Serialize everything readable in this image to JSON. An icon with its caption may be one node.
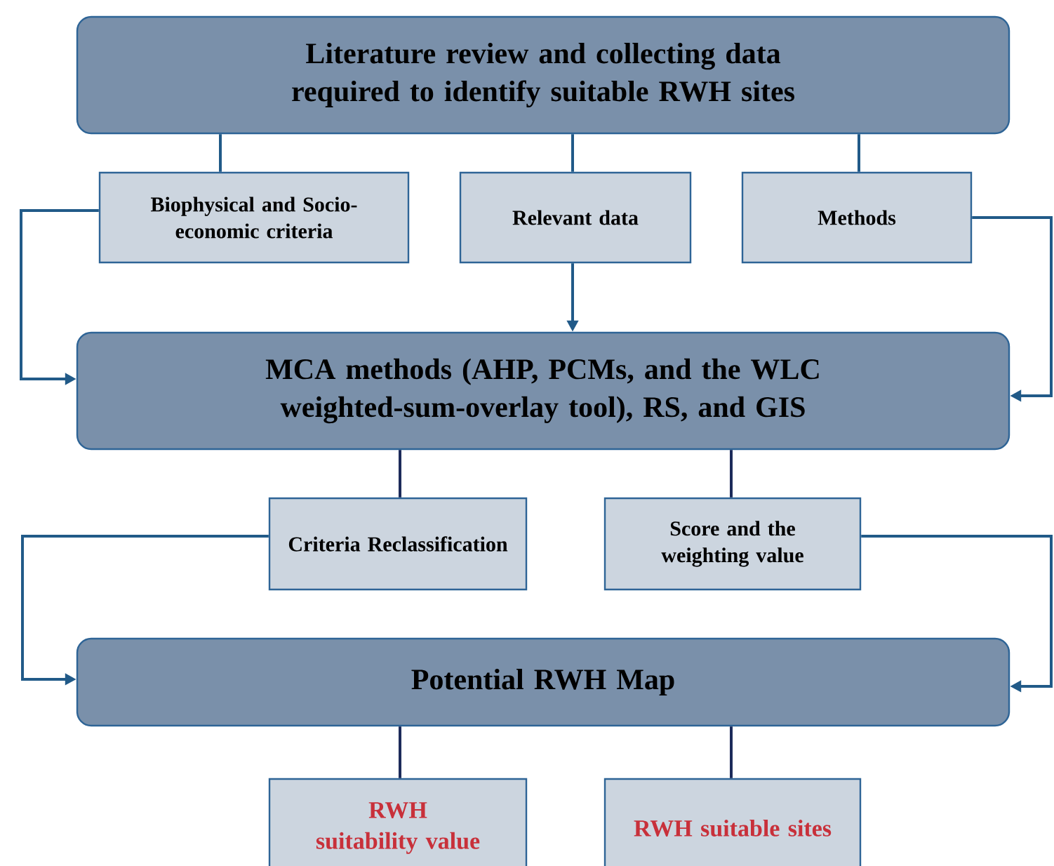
{
  "diagram": {
    "nodes": [
      {
        "text": [
          "Literature review and collecting data required to identify suitable RWH sites"
        ]
      },
      {
        "text": [
          "Biophysical and Socio-economic criteria"
        ]
      },
      {
        "text": [
          "Relevant data"
        ]
      },
      {
        "text": [
          "Methods"
        ]
      },
      {
        "text": [
          "MCA methods (AHP, PCMs, and the WLC weighted-sum-overlay tool), RS, and GIS"
        ]
      },
      {
        "text": [
          "Criteria Reclassification"
        ]
      },
      {
        "text": [
          "Score and the weighting value"
        ]
      },
      {
        "text": [
          "Potential RWH Map"
        ]
      },
      {
        "text": [
          "RWH suitability value"
        ]
      },
      {
        "text": [
          "RWH suitable sites"
        ]
      }
    ],
    "edges": [
      {
        "from": 0,
        "to": 1,
        "arrow": "none"
      },
      {
        "from": 0,
        "to": 2,
        "arrow": "none"
      },
      {
        "from": 0,
        "to": 3,
        "arrow": "none"
      },
      {
        "from": 1,
        "to": 4,
        "arrow": "to"
      },
      {
        "from": 2,
        "to": 4,
        "arrow": "to"
      },
      {
        "from": 3,
        "to": 4,
        "arrow": "to"
      },
      {
        "from": 4,
        "to": 5,
        "arrow": "none",
        "color": "#1c2b5a"
      },
      {
        "from": 4,
        "to": 6,
        "arrow": "none",
        "color": "#1c2b5a"
      },
      {
        "from": 5,
        "to": 7,
        "arrow": "to"
      },
      {
        "from": 6,
        "to": 7,
        "arrow": "to"
      },
      {
        "from": 7,
        "to": 8,
        "arrow": "none",
        "color": "#1c2b5a"
      },
      {
        "from": 7,
        "to": 9,
        "arrow": "none",
        "color": "#1c2b5a"
      }
    ]
  }
}
